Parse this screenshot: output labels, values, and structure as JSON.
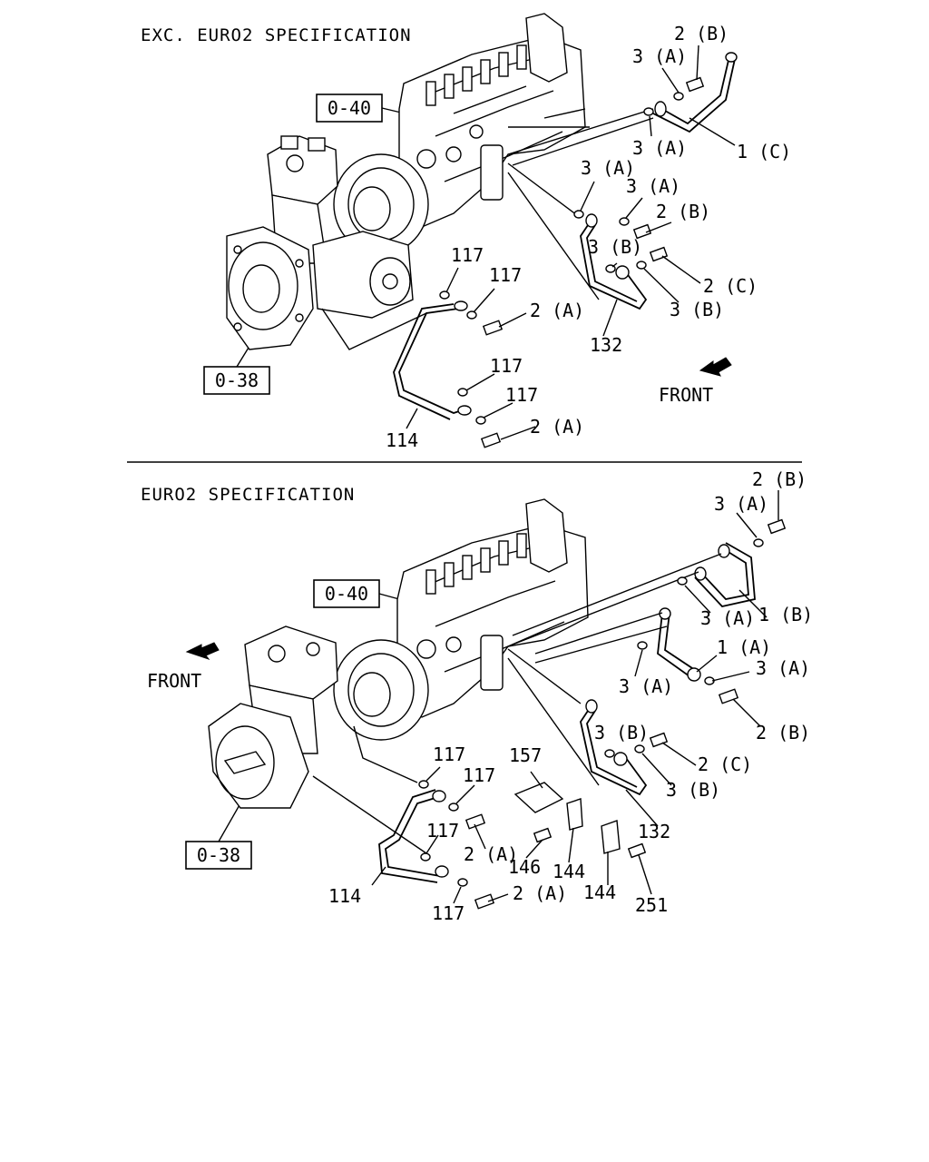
{
  "sections": [
    {
      "title": "EXC. EURO2 SPECIFICATION",
      "refs": [
        "0-40",
        "0-38"
      ],
      "front": "FRONT",
      "callouts": [
        "2 (B)",
        "3 (A)",
        "3 (A)",
        "1 (C)",
        "3 (A)",
        "3 (A)",
        "2 (B)",
        "3 (B)",
        "2 (C)",
        "3 (B)",
        "132",
        "117",
        "117",
        "2 (A)",
        "117",
        "117",
        "2 (A)",
        "114"
      ]
    },
    {
      "title": "EURO2 SPECIFICATION",
      "refs": [
        "0-40",
        "0-38"
      ],
      "front": "FRONT",
      "callouts": [
        "2 (B)",
        "3 (A)",
        "3 (A)",
        "1 (B)",
        "1 (A)",
        "3 (A)",
        "3 (A)",
        "2 (B)",
        "3 (B)",
        "2 (C)",
        "3 (B)",
        "132",
        "157",
        "117",
        "117",
        "117",
        "2 (A)",
        "146",
        "144",
        "144",
        "251",
        "114",
        "117",
        "2 (A)"
      ]
    }
  ]
}
